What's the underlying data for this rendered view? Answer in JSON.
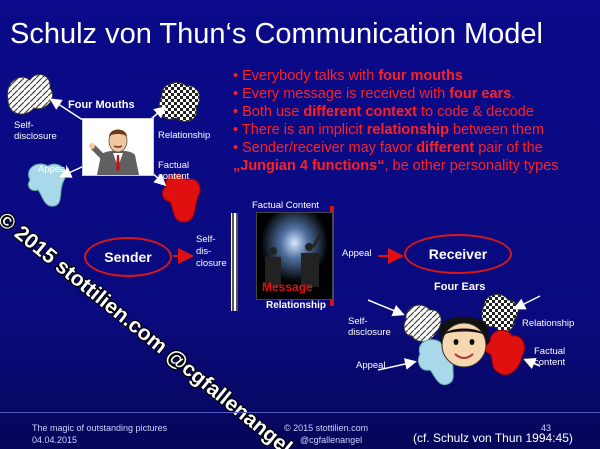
{
  "title": "Schulz von Thun‘s Communication Model",
  "bullets": [
    {
      "pre": "• Everybody talks with ",
      "bold": "four mouths",
      "post": ""
    },
    {
      "pre": "• Every message is received with ",
      "bold": "four ears",
      "post": "."
    },
    {
      "pre": "• Both use ",
      "bold": "different context",
      "post": " to code & decode"
    },
    {
      "pre": "• There is an implicit ",
      "bold": "relationship",
      "post": " between them"
    },
    {
      "pre": "• Sender/receiver may favor ",
      "bold": "different",
      "post": " pair of the"
    },
    {
      "pre": "„Jungian 4 functions“",
      "bold": "",
      "post": ", be other personality types"
    }
  ],
  "mouths": {
    "heading": "Four Mouths",
    "self_disclosure": "Self-\ndisclosure",
    "relationship": "Relationship",
    "appeal": "Appeal",
    "factual_content": "Factual\ncontent"
  },
  "center": {
    "sender": "Sender",
    "receiver": "Receiver",
    "self_disclosure": "Self-\ndis-\nclosure",
    "factual_content": "Factual Content",
    "appeal": "Appeal",
    "message": "Message",
    "relationship": "Relationship"
  },
  "ears": {
    "heading": "Four Ears",
    "self_disclosure": "Self-\ndisclosure",
    "relationship": "Relationship",
    "appeal": "Appeal",
    "factual_content": "Factual\ncontent"
  },
  "watermark": "© 2015 stottilien.com @cgfallenangel",
  "footer": {
    "left_line1": "The magic of outstanding pictures",
    "left_line2": "04.04.2015",
    "center_line1": "© 2015 stottilien.com",
    "center_line2": "@cgfallenangel",
    "page_number": "43",
    "citation": "(cf. Schulz von Thun 1994:45)"
  },
  "colors": {
    "background": "#0a0a8a",
    "accent_red": "#ff2020",
    "bubble_red": "#e01010",
    "bubble_light_blue": "#a8d8ea"
  }
}
